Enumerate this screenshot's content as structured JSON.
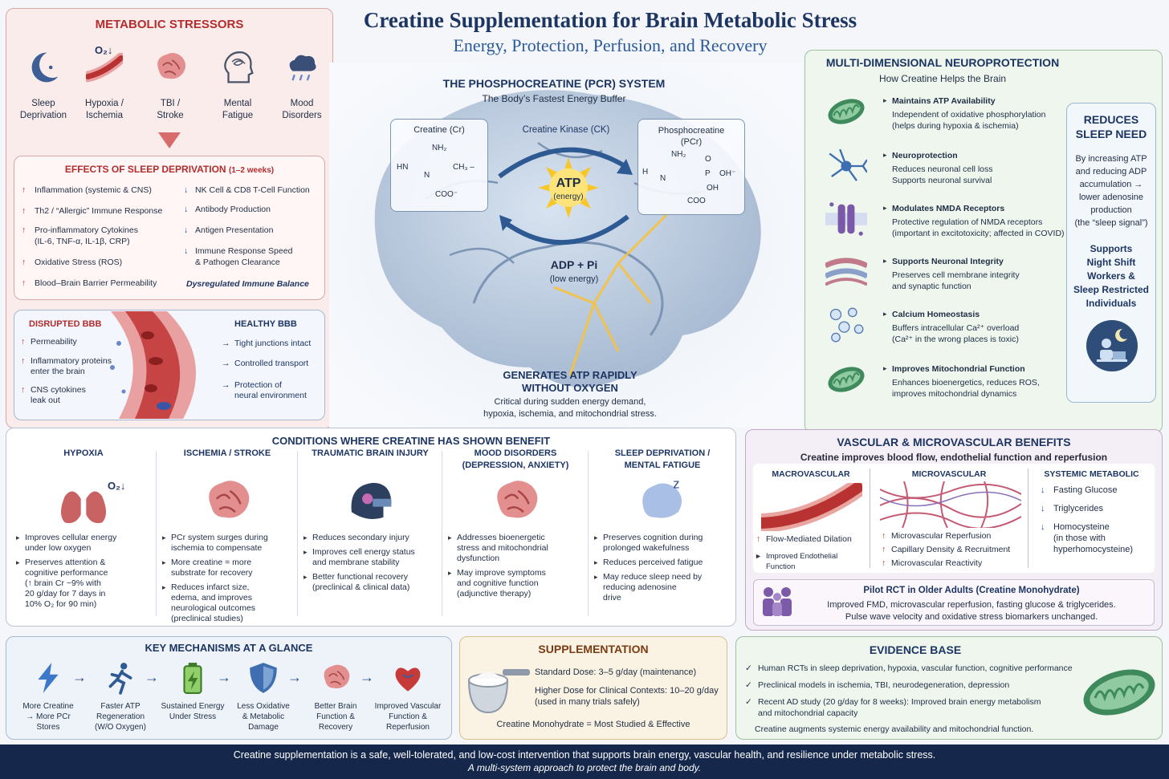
{
  "header": {
    "title": "Creatine Supplementation for Brain Metabolic Stress",
    "subtitle": "Energy, Protection, Perfusion, and Recovery"
  },
  "stressors": {
    "title": "Metabolic Stressors",
    "items": [
      {
        "icon": "moon-clock-icon",
        "label": "Sleep\nDeprivation"
      },
      {
        "icon": "blood-vessel-icon",
        "label": "Hypoxia /\nIschemia",
        "symbol": "O₂↓"
      },
      {
        "icon": "brain-icon",
        "label": "TBI /\nStroke"
      },
      {
        "icon": "head-scribble-icon",
        "label": "Mental\nFatigue"
      },
      {
        "icon": "rain-cloud-icon",
        "label": "Mood\nDisorders"
      }
    ]
  },
  "sleep_effects": {
    "title": "Effects of Sleep Deprivation",
    "title_suffix": "(1–2 weeks)",
    "up": [
      "Inflammation (systemic & CNS)",
      "Th2 / “Allergic” Immune Response",
      "Pro-inflammatory Cytokines\n(IL-6, TNF-α, IL-1β, CRP)",
      "Oxidative Stress (ROS)",
      "Blood–Brain Barrier Permeability"
    ],
    "down": [
      "NK Cell & CD8 T-Cell Function",
      "Antibody Production",
      "Antigen Presentation",
      "Immune Response Speed\n& Pathogen Clearance"
    ],
    "note": "Dysregulated Immune Balance"
  },
  "bbb": {
    "disrupted_title": "Disrupted BBB",
    "disrupted": [
      "Permeability",
      "Inflammatory proteins\nenter the brain",
      "CNS cytokines\nleak out"
    ],
    "healthy_title": "Healthy BBB",
    "healthy": [
      "Tight junctions intact",
      "Controlled transport",
      "Protection of\nneural environment"
    ]
  },
  "pcr": {
    "title": "The Phosphocreatine (PCr) System",
    "subtitle": "The Body’s Fastest Energy Buffer",
    "creatine_label": "Creatine (Cr)",
    "pcr_label": "Phosphocreatine\n(PCr)",
    "enzyme": "Creatine Kinase (CK)",
    "atp": "ATP",
    "atp_sub": "(energy)",
    "adp": "ADP + Pi",
    "adp_sub": "(low energy)",
    "cr_formula": {
      "nh2": "NH₂",
      "left": "HN",
      "n": "N",
      "ch3": "CH₃ –",
      "coo": "COO⁻"
    },
    "pcr_formula": {
      "nh2": "NH₂",
      "o": "O",
      "p": "P",
      "oh1": "OH⁻",
      "oh2": "OH",
      "hn": "H",
      "n": "N",
      "coo": "COO"
    },
    "generates_title": "Generates ATP Rapidly\nwithout Oxygen",
    "generates_text": "Critical during sudden energy demand,\nhypoxia, ischemia, and mitochondrial stress."
  },
  "neuro": {
    "title": "Multi-Dimensional Neuroprotection",
    "subtitle": "How Creatine Helps the Brain",
    "items": [
      {
        "icon": "mitochondrion-icon",
        "title": "Maintains ATP Availability",
        "text": "Independent of oxidative phosphorylation\n(helps during hypoxia & ischemia)"
      },
      {
        "icon": "neuron-icon",
        "title": "Neuroprotection",
        "text": "Reduces neuronal cell loss\nSupports neuronal survival"
      },
      {
        "icon": "receptor-icon",
        "title": "Modulates NMDA Receptors",
        "text": "Protective regulation of NMDA receptors\n(important in excitotoxicity; affected in COVID)"
      },
      {
        "icon": "membrane-icon",
        "title": "Supports Neuronal Integrity",
        "text": "Preserves cell membrane integrity\nand synaptic function"
      },
      {
        "icon": "calcium-icon",
        "title": "Calcium Homeostasis",
        "text": "Buffers intracellular Ca²⁺ overload\n(Ca²⁺ in the wrong places is toxic)"
      },
      {
        "icon": "mitochondrion-icon",
        "title": "Improves Mitochondrial Function",
        "text": "Enhances bioenergetics, reduces ROS,\nimproves mitochondrial dynamics"
      }
    ],
    "sleep_title": "Reduces\nSleep Need",
    "sleep_text": "By increasing ATP\nand reducing ADP\naccumulation →\nlower adenosine\nproduction\n(the “sleep signal”)",
    "sleep_support": "Supports\nNight Shift\nWorkers &\nSleep Restricted\nIndividuals"
  },
  "conditions": {
    "title": "Conditions Where Creatine Has Shown Benefit",
    "items": [
      {
        "title": "Hypoxia",
        "icon": "lungs-icon",
        "bullets": [
          "Improves cellular energy\nunder low oxygen",
          "Preserves attention &\ncognitive performance\n(↑ brain Cr ~9% with\n20 g/day for 7 days in\n10% O₂ for 90 min)"
        ]
      },
      {
        "title": "Ischemia / Stroke",
        "icon": "brain-icon",
        "bullets": [
          "PCr system surges during\nischemia to compensate",
          "More creatine = more\nsubstrate for recovery",
          "Reduces infarct size,\nedema, and improves\nneurological outcomes\n(preclinical studies)"
        ]
      },
      {
        "title": "Traumatic Brain Injury",
        "icon": "helmet-icon",
        "bullets": [
          "Reduces secondary injury",
          "Improves cell energy status\nand membrane stability",
          "Better functional recovery\n(preclinical & clinical data)"
        ]
      },
      {
        "title": "Mood Disorders\n(Depression, Anxiety)",
        "icon": "brain-icon",
        "bullets": [
          "Addresses bioenergetic\nstress and mitochondrial\ndysfunction",
          "May improve symptoms\nand cognitive function\n(adjunctive therapy)"
        ]
      },
      {
        "title": "Sleep Deprivation /\nMental Fatigue",
        "icon": "sleepy-brain-icon",
        "bullets": [
          "Preserves cognition during\nprolonged wakefulness",
          "Reduces perceived fatigue",
          "May reduce sleep need by\nreducing adenosine\ndrive"
        ]
      }
    ]
  },
  "vascular": {
    "title": "Vascular & Microvascular Benefits",
    "subtitle": "Creatine improves blood flow, endothelial function and reperfusion",
    "macro_title": "Macrovascular",
    "macro": [
      "Flow-Mediated Dilation",
      "Improved Endothelial Function"
    ],
    "micro_title": "Microvascular",
    "micro": [
      "Microvascular Reperfusion",
      "Capillary Density & Recruitment",
      "Microvascular Reactivity"
    ],
    "systemic_title": "Systemic Metabolic",
    "systemic": [
      "Fasting Glucose",
      "Triglycerides",
      "Homocysteine\n(in those with\nhyperhomocysteine)"
    ],
    "rct_title": "Pilot RCT in Older Adults (Creatine Monohydrate)",
    "rct_text1": "Improved FMD, microvascular reperfusion, fasting glucose & triglycerides.",
    "rct_text2": "Pulse wave velocity and oxidative stress biomarkers unchanged."
  },
  "mechanisms": {
    "title": "Key Mechanisms at a Glance",
    "items": [
      {
        "icon": "lightning-icon",
        "label": "More Creatine\n→ More PCr\nStores"
      },
      {
        "icon": "runner-icon",
        "label": "Faster ATP\nRegeneration\n(W/O Oxygen)"
      },
      {
        "icon": "battery-icon",
        "label": "Sustained Energy\nUnder Stress"
      },
      {
        "icon": "shield-icon",
        "label": "Less Oxidative\n& Metabolic\nDamage"
      },
      {
        "icon": "brain-icon",
        "label": "Better Brain\nFunction &\nRecovery"
      },
      {
        "icon": "heart-icon",
        "label": "Improved Vascular\nFunction &\nReperfusion"
      }
    ]
  },
  "supplementation": {
    "title": "Supplementation",
    "standard_label": "Standard Dose:",
    "standard": "3–5 g/day (maintenance)",
    "higher_label": "Higher Dose for Clinical Contexts:",
    "higher": "10–20 g/day\n(used in many trials safely)",
    "note": "Creatine Monohydrate = Most Studied & Effective"
  },
  "evidence": {
    "title": "Evidence Base",
    "items": [
      "Human RCTs in sleep deprivation, hypoxia, vascular function, cognitive performance",
      "Preclinical models in ischemia, TBI, neurodegeneration, depression",
      "Recent AD study (20 g/day for 8 weeks): Improved brain energy metabolism\nand mitochondrial capacity"
    ],
    "footer": "Creatine augments systemic energy availability and mitochondrial function."
  },
  "footer": {
    "line1": "Creatine supplementation is a safe, well-tolerated, and low-cost intervention that supports brain energy, vascular health, and resilience under metabolic stress.",
    "line2": "A multi-system approach to protect the brain and body."
  },
  "colors": {
    "navy": "#1d3563",
    "red": "#b32d2d",
    "green_border": "#9dc29d",
    "footer": "#15284b",
    "atp": "#f7c62b"
  }
}
